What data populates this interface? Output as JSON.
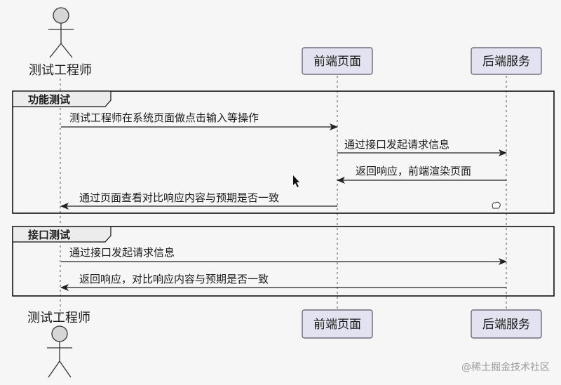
{
  "participants": {
    "tester": "测试工程师",
    "frontend": "前端页面",
    "backend": "后端服务"
  },
  "groups": [
    {
      "title": "功能测试",
      "messages": [
        "测试工程师在系统页面做点击输入等操作",
        "通过接口发起请求信息",
        "返回响应，前端渲染页面",
        "通过页面查看对比响应内容与预期是否一致"
      ]
    },
    {
      "title": "接口测试",
      "messages": [
        "通过接口发起请求信息",
        "返回响应，对比响应内容与预期是否一致"
      ]
    }
  ],
  "watermark": "@稀土掘金技术社区",
  "colors": {
    "participant_fill": "#e2e2f0",
    "participant_stroke": "#555566",
    "actor_head": "#d6d6d6",
    "line": "#222222",
    "background": "#f6f6f6"
  }
}
